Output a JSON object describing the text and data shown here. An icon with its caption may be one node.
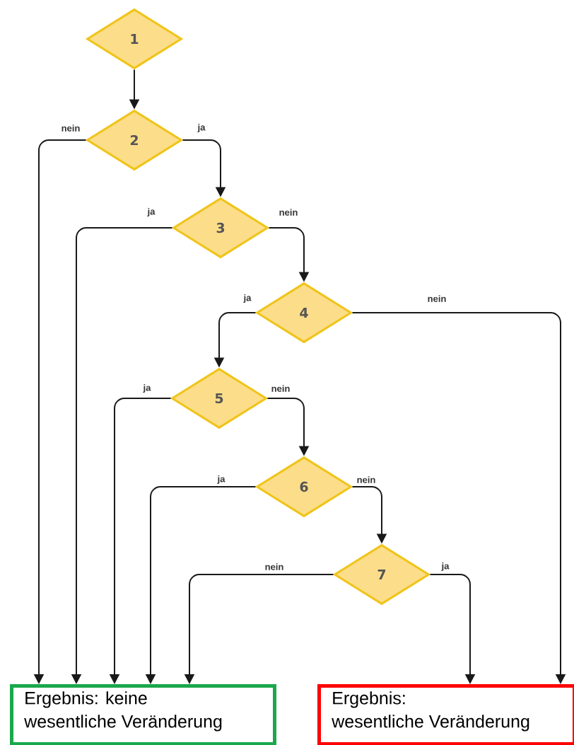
{
  "diagram": {
    "nodes": [
      {
        "text": [
          "1"
        ]
      },
      {
        "text": [
          "2"
        ]
      },
      {
        "text": [
          "3"
        ]
      },
      {
        "text": [
          "4"
        ]
      },
      {
        "text": [
          "5"
        ]
      },
      {
        "text": [
          "6"
        ]
      },
      {
        "text": [
          "7"
        ]
      },
      {
        "text": [
          "Ergebnis: keine wesentliche Veränderung"
        ]
      },
      {
        "text": [
          "Ergebnis: wesentliche Veränderung"
        ]
      }
    ],
    "edges": [
      {
        "from": 0,
        "to": 1,
        "arrow": "to"
      },
      {
        "from": 1,
        "to": 7,
        "arrow": "to",
        "label": "nein"
      },
      {
        "from": 1,
        "to": 2,
        "arrow": "to",
        "label": "ja"
      },
      {
        "from": 2,
        "to": 7,
        "arrow": "to",
        "label": "ja"
      },
      {
        "from": 2,
        "to": 3,
        "arrow": "to",
        "label": "nein"
      },
      {
        "from": 3,
        "to": 4,
        "arrow": "to",
        "label": "ja"
      },
      {
        "from": 3,
        "to": 8,
        "arrow": "to",
        "label": "nein"
      },
      {
        "from": 4,
        "to": 7,
        "arrow": "to",
        "label": "ja"
      },
      {
        "from": 4,
        "to": 5,
        "arrow": "to",
        "label": "nein"
      },
      {
        "from": 5,
        "to": 7,
        "arrow": "to",
        "label": "ja"
      },
      {
        "from": 5,
        "to": 6,
        "arrow": "to",
        "label": "nein"
      },
      {
        "from": 6,
        "to": 7,
        "arrow": "to",
        "label": "nein"
      },
      {
        "from": 6,
        "to": 8,
        "arrow": "to",
        "label": "ja"
      }
    ]
  }
}
